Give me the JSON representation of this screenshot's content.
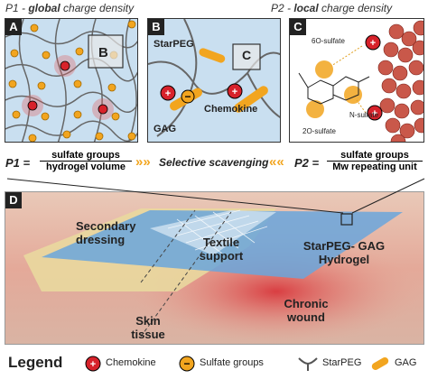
{
  "header": {
    "p1_prefix": "P1 - ",
    "p1_emph": "global",
    "p1_suffix": " charge density",
    "p2_prefix": "P2 - ",
    "p2_emph": "local",
    "p2_suffix": " charge density"
  },
  "panel_a": {
    "letter": "A",
    "inset_letter": "B"
  },
  "panel_b": {
    "letter": "B",
    "starpeg": "StarPEG",
    "gag": "GAG",
    "chemokine": "Chemokine",
    "inset_letter": "C"
  },
  "panel_c": {
    "letter": "C",
    "six_o": "6O-sulfate",
    "n_sulfate": "N-sulfate",
    "two_o": "2O-sulfate"
  },
  "formula": {
    "p1_label": "P1 =",
    "p1_num": "sulfate groups",
    "p1_den": "hydrogel volume",
    "middle": "Selective scavenging",
    "p2_label": "P2 =",
    "p2_num": "sulfate groups",
    "p2_den": "Mw repeating unit"
  },
  "panel_d": {
    "letter": "D",
    "secondary_dressing": "Secondary dressing",
    "textile_support": "Textile support",
    "hydrogel": "StarPEG- GAG Hydrogel",
    "skin_tissue": "Skin tissue",
    "chronic_wound": "Chronic wound"
  },
  "legend": {
    "title": "Legend",
    "chemokine": "Chemokine",
    "sulfate": "Sulfate groups",
    "starpeg": "StarPEG",
    "gag": "GAG"
  },
  "colors": {
    "panel_bg": "#c9dff0",
    "orange": "#f2a51f",
    "red": "#d7222b",
    "hydrogel": "#6aa6dc"
  }
}
